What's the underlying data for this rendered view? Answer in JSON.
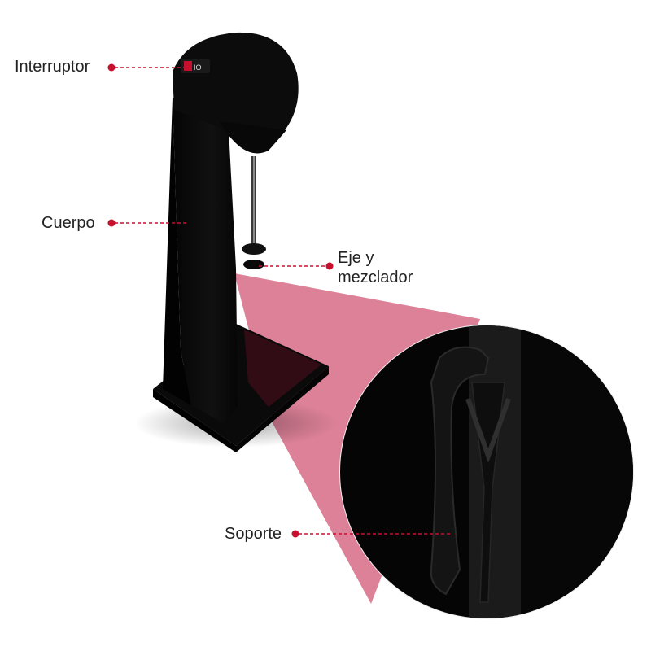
{
  "colors": {
    "accent": "#c8102e",
    "product": "#0b0b0b",
    "highlight_cone": "#d9738d",
    "text": "#222222"
  },
  "labels": {
    "interruptor": "Interruptor",
    "cuerpo": "Cuerpo",
    "eje_line1": "Eje y",
    "eje_line2": "mezclador",
    "soporte": "Soporte"
  }
}
